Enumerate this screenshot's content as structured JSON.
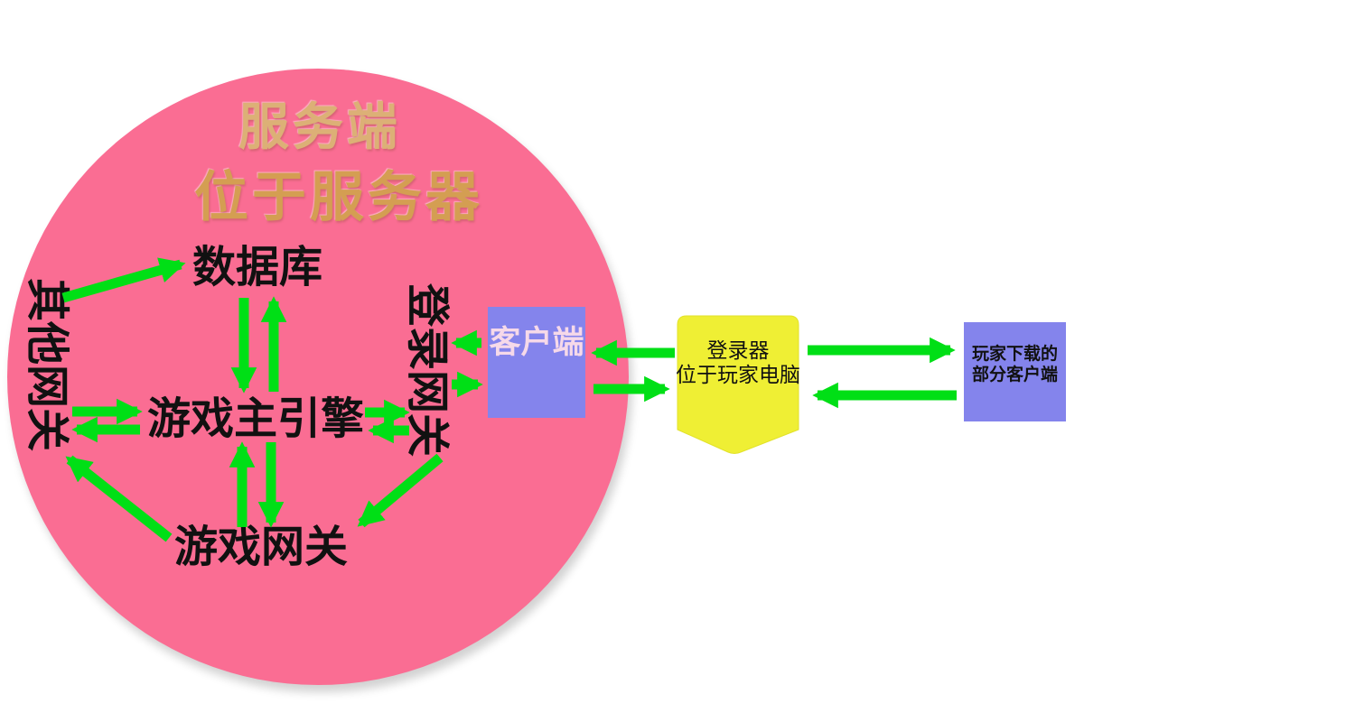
{
  "server": {
    "title_line1": "服务端",
    "title_line2": "位于服务器",
    "nodes": {
      "database": "数据库",
      "other_gateway": "其他网关",
      "main_engine": "游戏主引擎",
      "game_gateway": "游戏网关",
      "login_gateway": "登录网关",
      "client": "客户端"
    }
  },
  "launcher": {
    "line1": "登录器",
    "line2": "位于玩家电脑"
  },
  "downloaded_client": {
    "line1": "玩家下载的",
    "line2": "部分客户端"
  },
  "edges": [
    {
      "from": "other_gateway",
      "to": "database"
    },
    {
      "from": "database",
      "to": "main_engine"
    },
    {
      "from": "main_engine",
      "to": "database"
    },
    {
      "from": "other_gateway",
      "to": "main_engine"
    },
    {
      "from": "main_engine",
      "to": "other_gateway"
    },
    {
      "from": "game_gateway",
      "to": "main_engine"
    },
    {
      "from": "main_engine",
      "to": "game_gateway"
    },
    {
      "from": "game_gateway",
      "to": "other_gateway"
    },
    {
      "from": "main_engine",
      "to": "login_gateway"
    },
    {
      "from": "login_gateway",
      "to": "main_engine"
    },
    {
      "from": "login_gateway",
      "to": "game_gateway"
    },
    {
      "from": "client",
      "to": "login_gateway"
    },
    {
      "from": "login_gateway",
      "to": "client"
    },
    {
      "from": "launcher",
      "to": "client"
    },
    {
      "from": "client",
      "to": "launcher"
    },
    {
      "from": "launcher",
      "to": "downloaded_client"
    },
    {
      "from": "downloaded_client",
      "to": "launcher"
    }
  ],
  "colors": {
    "circle_pink": "#fa6d93",
    "box_blue": "#8484ec",
    "launcher_yellow": "#efef34",
    "arrow_green": "#00df16",
    "title_gold_1": "#dcb076",
    "title_gold_2": "#d49e52",
    "client_label_pink": "#f6d9e9"
  }
}
